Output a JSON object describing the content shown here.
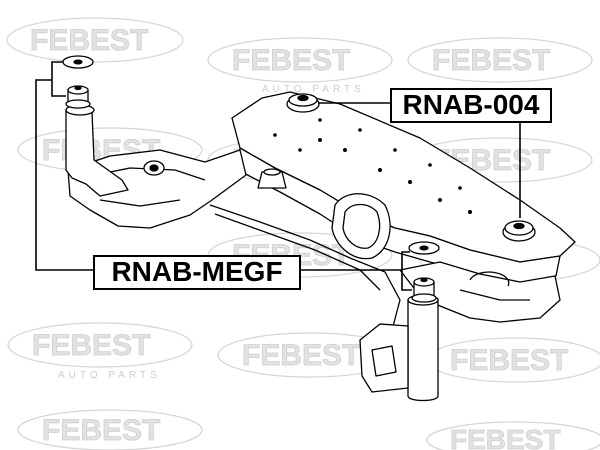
{
  "watermark": {
    "brand": "FEBEST",
    "tagline": "AUTO PARTS",
    "color": "#d9d9d9"
  },
  "callouts": {
    "top_part": "RNAB-004",
    "bottom_part": "RNAB-MEGF"
  },
  "colors": {
    "line": "#000000",
    "background": "#ffffff"
  }
}
